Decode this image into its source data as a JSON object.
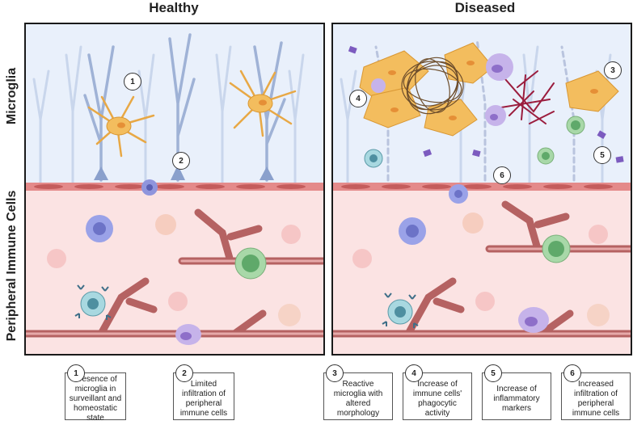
{
  "titles": {
    "healthy": "Healthy",
    "diseased": "Diseased"
  },
  "row_labels": {
    "microglia": "Microglia",
    "peripheral": "Peripheral Immune Cells"
  },
  "markers": {
    "m1": "1",
    "m2": "2",
    "m3": "3",
    "m4": "4",
    "m5": "5",
    "m6": "6"
  },
  "legend": [
    {
      "number": "1",
      "text": "Presence of microglia in surveillant and homeostatic state"
    },
    {
      "number": "2",
      "text": "Limited infiltration of peripheral immune cells"
    },
    {
      "number": "3",
      "text": "Reactive microglia with altered morphology"
    },
    {
      "number": "4",
      "text": "Increase of immune cells' phagocytic activity"
    },
    {
      "number": "5",
      "text": "Increase of inflammatory markers"
    },
    {
      "number": "6",
      "text": "Increased infiltration of peripheral immune cells"
    }
  ]
}
